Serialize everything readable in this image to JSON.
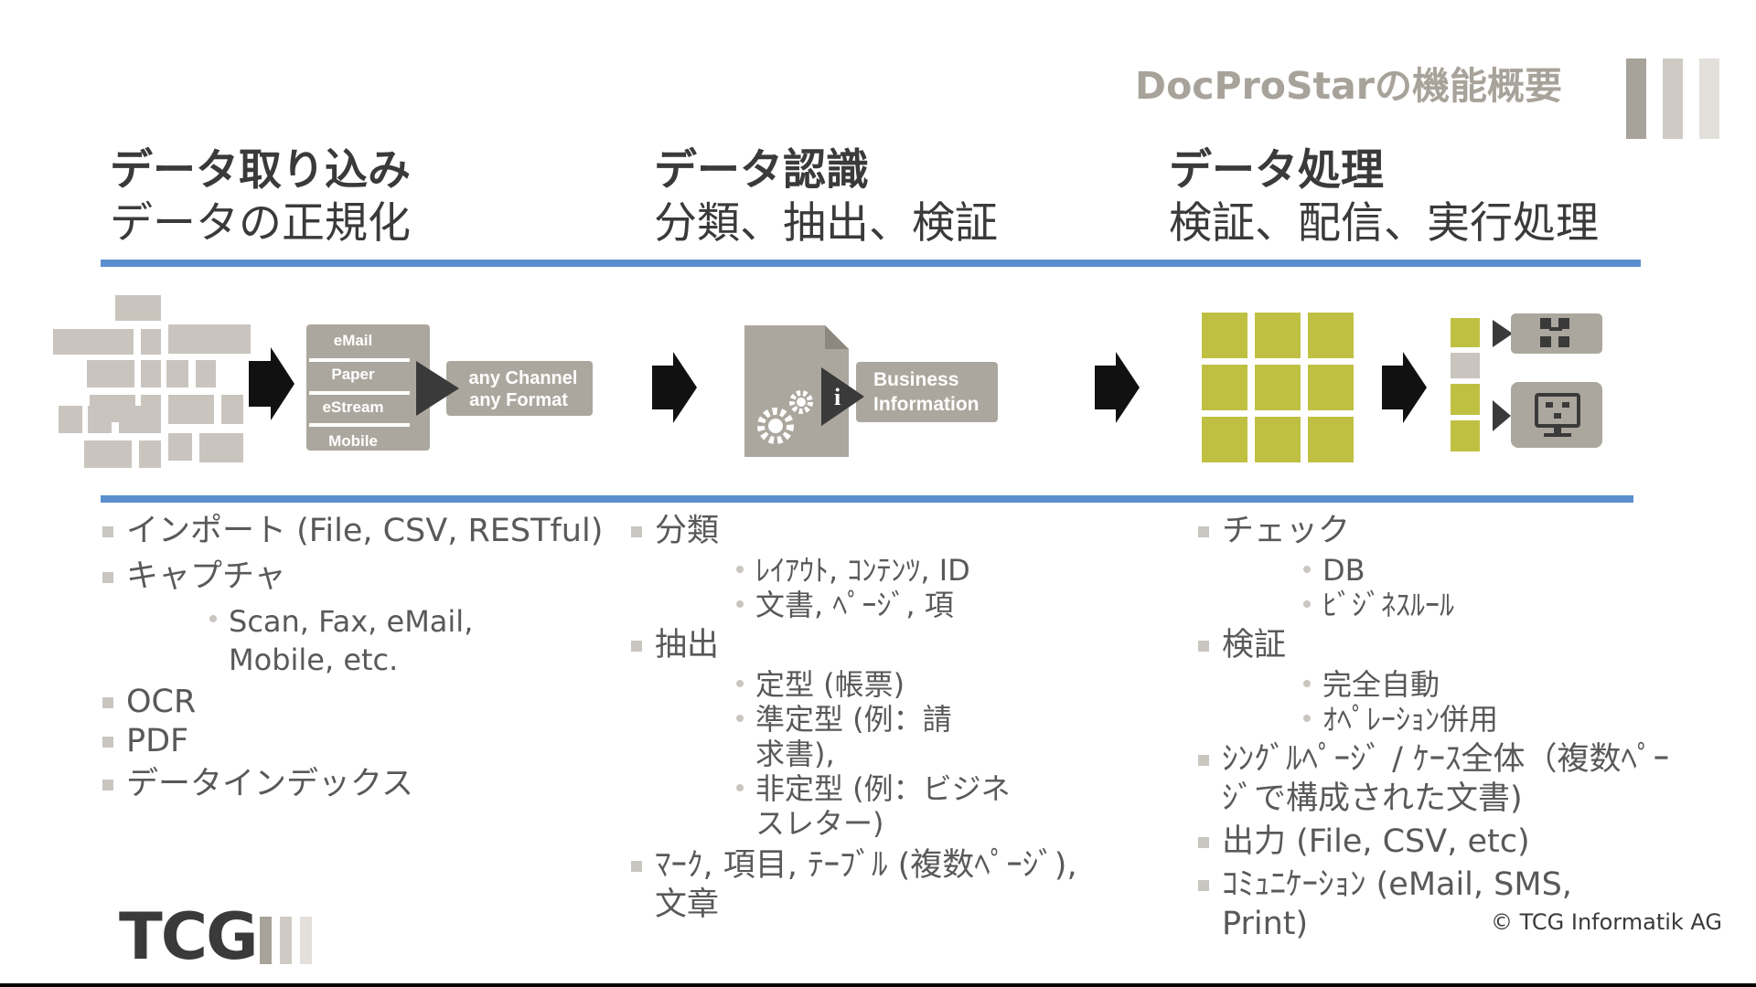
{
  "header": {
    "title": "DocProStarの機能概要"
  },
  "columns": [
    {
      "heading": "データ取り込み",
      "subheading": "データの正規化",
      "diagram": {
        "channels": [
          "eMail",
          "Paper",
          "eStream",
          "Mobile"
        ],
        "output_line1": "any Channel",
        "output_line2": "any Format"
      },
      "bullets": [
        {
          "text": "インポート (File, CSV, RESTful)"
        },
        {
          "text": "キャプチャ"
        },
        {
          "sub": "Scan, Fax, eMail, Mobile, etc."
        },
        {
          "text": "OCR"
        },
        {
          "text": "PDF"
        },
        {
          "text": "データインデックス"
        }
      ]
    },
    {
      "heading": "データ認識",
      "subheading": "分類、抽出、検証",
      "diagram": {
        "badge_line1": "Business",
        "badge_line2": "Information"
      },
      "bullets": [
        {
          "text": "分類"
        },
        {
          "sub": "ﾚｲｱｳﾄ, ｺﾝﾃﾝﾂ, ID"
        },
        {
          "sub": "文書, ﾍﾟｰｼﾞ, 項"
        },
        {
          "text": "抽出"
        },
        {
          "sub": "定型 (帳票)"
        },
        {
          "sub": "準定型 (例：請求書),"
        },
        {
          "sub": "非定型 (例：ビジネスレター)"
        },
        {
          "text": "ﾏｰｸ, 項目, ﾃｰﾌﾞﾙ (複数ﾍﾟｰｼﾞ), 文章"
        }
      ]
    },
    {
      "heading": "データ処理",
      "subheading": "検証、配信、実行処理",
      "bullets": [
        {
          "text": "チェック"
        },
        {
          "sub": "DB"
        },
        {
          "sub": "ﾋﾞｼﾞﾈｽﾙｰﾙ"
        },
        {
          "text": "検証"
        },
        {
          "sub": "完全自動"
        },
        {
          "sub": "ｵﾍﾟﾚｰｼｮﾝ併用"
        },
        {
          "text": "ｼﾝｸﾞﾙﾍﾟｰｼﾞ / ｹｰｽ全体（複数ﾍﾟｰｼﾞで構成された文書)"
        },
        {
          "text": "出力 (File, CSV, etc)"
        },
        {
          "text": "ｺﾐｭﾆｹｰｼｮﾝ (eMail, SMS, Print)"
        }
      ]
    }
  ],
  "footer": {
    "logo_text": "TCG",
    "copyright": "© TCG Informatik AG"
  },
  "colors": {
    "accent_blue": "#5b8fcf",
    "stone_gray": "#aca79e",
    "dark_gray": "#3a3a3a",
    "olive": "#bfc042",
    "title_gray": "#a8a39a"
  },
  "icons": [
    "arrow-right-icon",
    "document-gear-icon",
    "info-icon",
    "workflow-icon",
    "monitor-icon"
  ]
}
